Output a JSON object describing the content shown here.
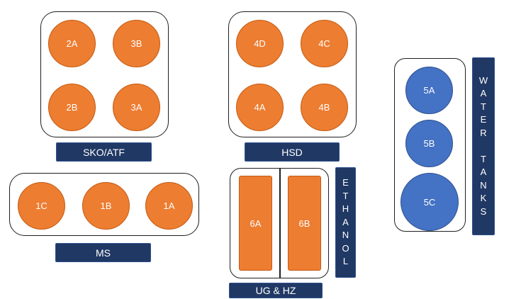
{
  "groups": {
    "sko_atf": {
      "label": "SKO/ATF",
      "tanks": [
        "2A",
        "3B",
        "2B",
        "3A"
      ]
    },
    "hsd": {
      "label": "HSD",
      "tanks": [
        "4D",
        "4C",
        "4A",
        "4B"
      ]
    },
    "ms": {
      "label": "MS",
      "tanks": [
        "1C",
        "1B",
        "1A"
      ]
    },
    "ug_hz": {
      "label": "UG & HZ",
      "tanks": [
        "6A",
        "6B"
      ]
    },
    "ethanol": {
      "label": "ETHANOL"
    },
    "water": {
      "label": "WATER TANKS",
      "tanks": [
        "5A",
        "5B",
        "5C"
      ]
    }
  },
  "colors": {
    "product_tank": "#ed7d31",
    "water_tank": "#4472c4",
    "label_bg": "#203864"
  }
}
